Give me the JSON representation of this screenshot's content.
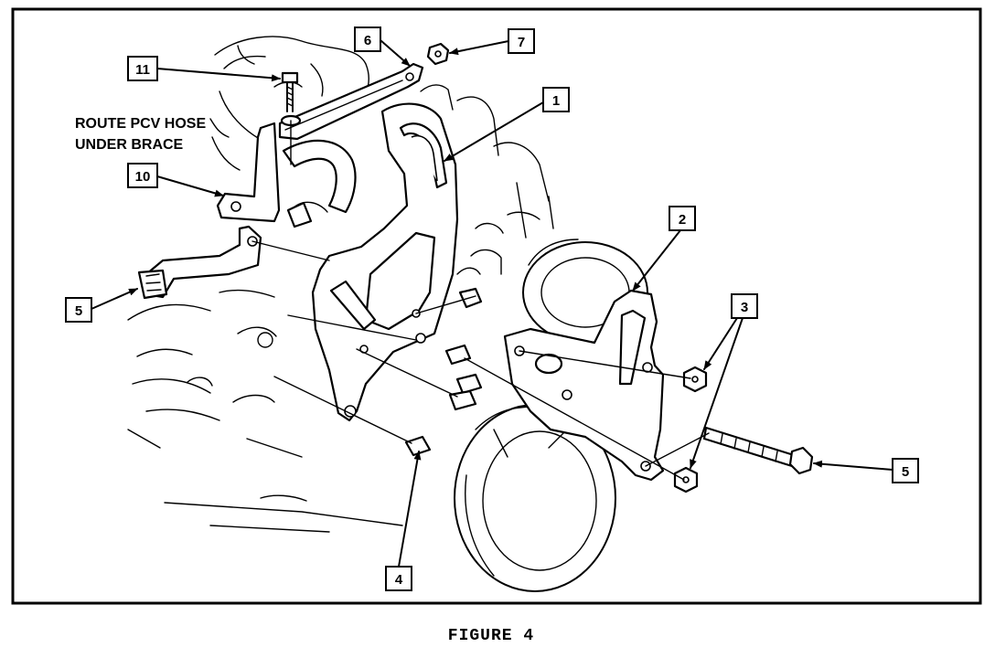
{
  "figure": {
    "note_line1": "ROUTE PCV HOSE",
    "note_line2": "UNDER BRACE",
    "caption": "FIGURE 4"
  },
  "callouts": {
    "c1": "1",
    "c2": "2",
    "c3": "3",
    "c4": "4",
    "c5a": "5",
    "c5b": "5",
    "c6": "6",
    "c7": "7",
    "c10": "10",
    "c11": "11"
  }
}
